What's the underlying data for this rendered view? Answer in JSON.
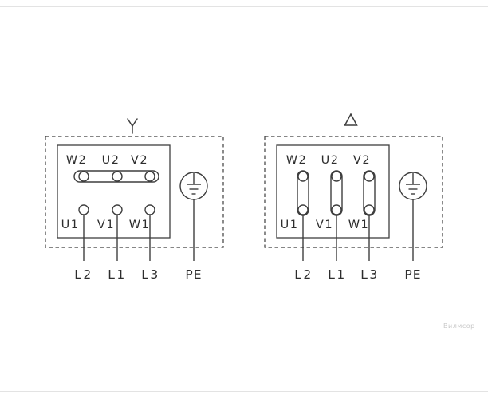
{
  "page": {
    "watermark": "Вилмсор"
  },
  "colors": {
    "line": "#3e3e3e",
    "text": "#2d2d2d",
    "watermark": "#c9c9c9"
  },
  "star_diagram": {
    "connection_symbol": "star-Y",
    "top_terminals": [
      "W2",
      "U2",
      "V2"
    ],
    "bottom_terminals": [
      "U1",
      "V1",
      "W1"
    ],
    "line_labels": [
      "L2",
      "L1",
      "L3"
    ],
    "pe_label": "PE"
  },
  "delta_diagram": {
    "connection_symbol": "delta-triangle",
    "top_terminals": [
      "W2",
      "U2",
      "V2"
    ],
    "bottom_terminals": [
      "U1",
      "V1",
      "W1"
    ],
    "line_labels": [
      "L2",
      "L1",
      "L3"
    ],
    "pe_label": "PE"
  }
}
